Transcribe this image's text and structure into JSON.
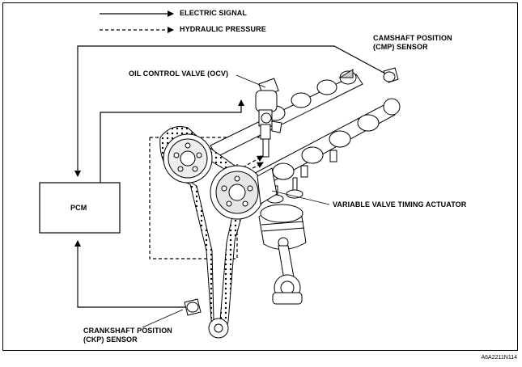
{
  "legend": {
    "electric_signal": "ELECTRIC SIGNAL",
    "hydraulic_pressure": "HYDRAULIC PRESSURE"
  },
  "labels": {
    "cmp_line1": "CAMSHAFT POSITION",
    "cmp_line2": "(CMP) SENSOR",
    "ocv": "OIL CONTROL VALVE (OCV)",
    "pcm": "PCM",
    "vvt_actuator": "VARIABLE VALVE TIMING ACTUATOR",
    "ckp_line1": "CRANKSHAFT POSITION",
    "ckp_line2": "(CKP) SENSOR"
  },
  "figure_code": "A6A2211N114",
  "colors": {
    "line": "#000000",
    "background": "#ffffff"
  }
}
